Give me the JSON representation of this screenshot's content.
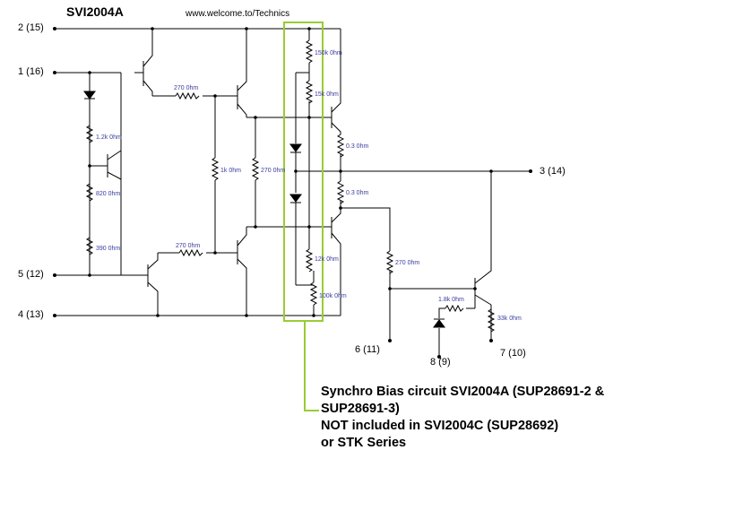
{
  "title": "SVI2004A",
  "url": "www.welcome.to/Technics",
  "pins": {
    "p2": "2 (15)",
    "p1": "1 (16)",
    "p5": "5 (12)",
    "p4": "4 (13)",
    "p3": "3 (14)",
    "p6": "6 (11)",
    "p8": "8 (9)",
    "p7": "7 (10)"
  },
  "resistors": {
    "r1": "1.2k 0hm",
    "r2": "820 0hm",
    "r3": "390 0hm",
    "r4": "270 0hm",
    "r5": "1k 0hm",
    "r6": "270 0hm",
    "r7": "270 0hm",
    "r8": "150k 0hm",
    "r9": "15k 0hm",
    "r10": "0.3 0hm",
    "r11": "0.3 0hm",
    "r12": "12k 0hm",
    "r13": "100k 0hm",
    "r14": "270 0hm",
    "r15": "1.8k 0hm",
    "r16": "33k 0hm"
  },
  "caption": {
    "line1": "Synchro Bias circuit SVI2004A (SUP28691-2 &",
    "line2": "SUP28691-3)",
    "line3": "NOT included in SVI2004C (SUP28692)",
    "line4": "or STK Series"
  },
  "colors": {
    "wire": "#000000",
    "highlight": "#99cc33",
    "value_text": "#3a3aa0"
  }
}
